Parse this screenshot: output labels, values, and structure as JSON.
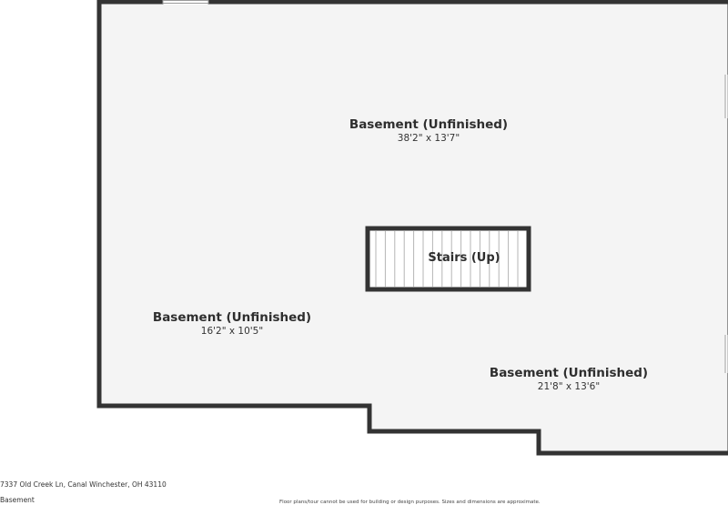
{
  "floor_plan": {
    "rooms": [
      {
        "name": "Basement (Unfinished)",
        "dimensions": "38'2\" x 13'7\""
      },
      {
        "name": "Basement (Unfinished)",
        "dimensions": "16'2\" x 10'5\""
      },
      {
        "name": "Basement (Unfinished)",
        "dimensions": "21'8\" x 13'6\""
      }
    ],
    "stairs": {
      "label": "Stairs (Up)"
    }
  },
  "footer": {
    "address": "7337 Old Creek Ln, Canal Winchester, OH 43110",
    "level": "Basement",
    "disclaimer": "Floor plans/tour cannot be used for building or design purposes. Sizes and dimensions are approximate."
  },
  "colors": {
    "wall": "#333333",
    "floor": "#f4f4f4",
    "background": "#ffffff"
  }
}
